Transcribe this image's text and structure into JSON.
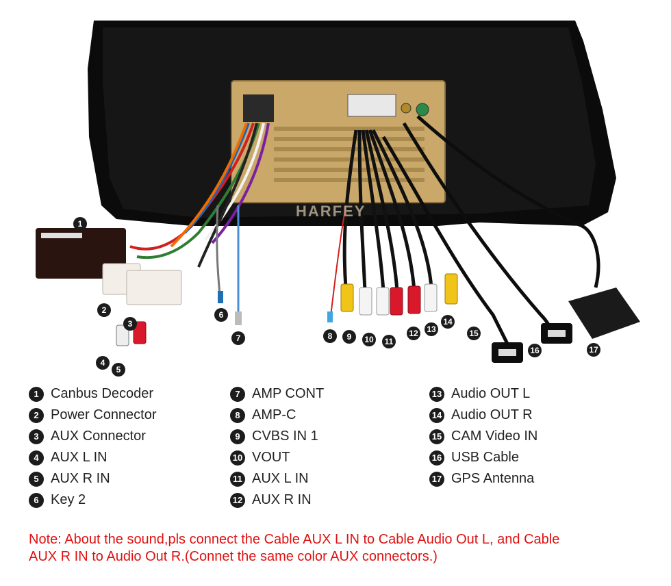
{
  "watermark": "HARFEY",
  "callouts": [
    "1",
    "2",
    "3",
    "4",
    "5",
    "6",
    "7",
    "8",
    "9",
    "10",
    "11",
    "12",
    "13",
    "14",
    "15",
    "16",
    "17"
  ],
  "legend": {
    "col1": [
      {
        "num": "1",
        "label": "Canbus Decoder"
      },
      {
        "num": "2",
        "label": "Power Connector"
      },
      {
        "num": "3",
        "label": "AUX Connector"
      },
      {
        "num": "4",
        "label": "AUX L IN"
      },
      {
        "num": "5",
        "label": "AUX R IN"
      },
      {
        "num": "6",
        "label": "Key 2"
      }
    ],
    "col2": [
      {
        "num": "7",
        "label": "AMP CONT"
      },
      {
        "num": "8",
        "label": "AMP-C"
      },
      {
        "num": "9",
        "label": "CVBS IN 1"
      },
      {
        "num": "10",
        "label": "VOUT"
      },
      {
        "num": "11",
        "label": "AUX L IN"
      },
      {
        "num": "12",
        "label": "AUX R IN"
      }
    ],
    "col3": [
      {
        "num": "13",
        "label": "Audio OUT L"
      },
      {
        "num": "14",
        "label": "Audio OUT R"
      },
      {
        "num": "15",
        "label": "CAM Video IN"
      },
      {
        "num": "16",
        "label": "USB Cable"
      },
      {
        "num": "17",
        "label": "GPS Antenna"
      }
    ]
  },
  "note": {
    "line1": "Note: About the sound,pls connect the Cable AUX L IN to Cable Audio Out L, and Cable",
    "line2": "AUX R IN to  Audio Out R.(Connet the same color AUX connectors.)"
  },
  "colors": {
    "note": "#e01010",
    "frame": "#0a0a0a",
    "unit": "#c9a86a",
    "rca_red": "#d9192b",
    "rca_yellow": "#f0c419",
    "rca_white": "#f4f4f4"
  }
}
